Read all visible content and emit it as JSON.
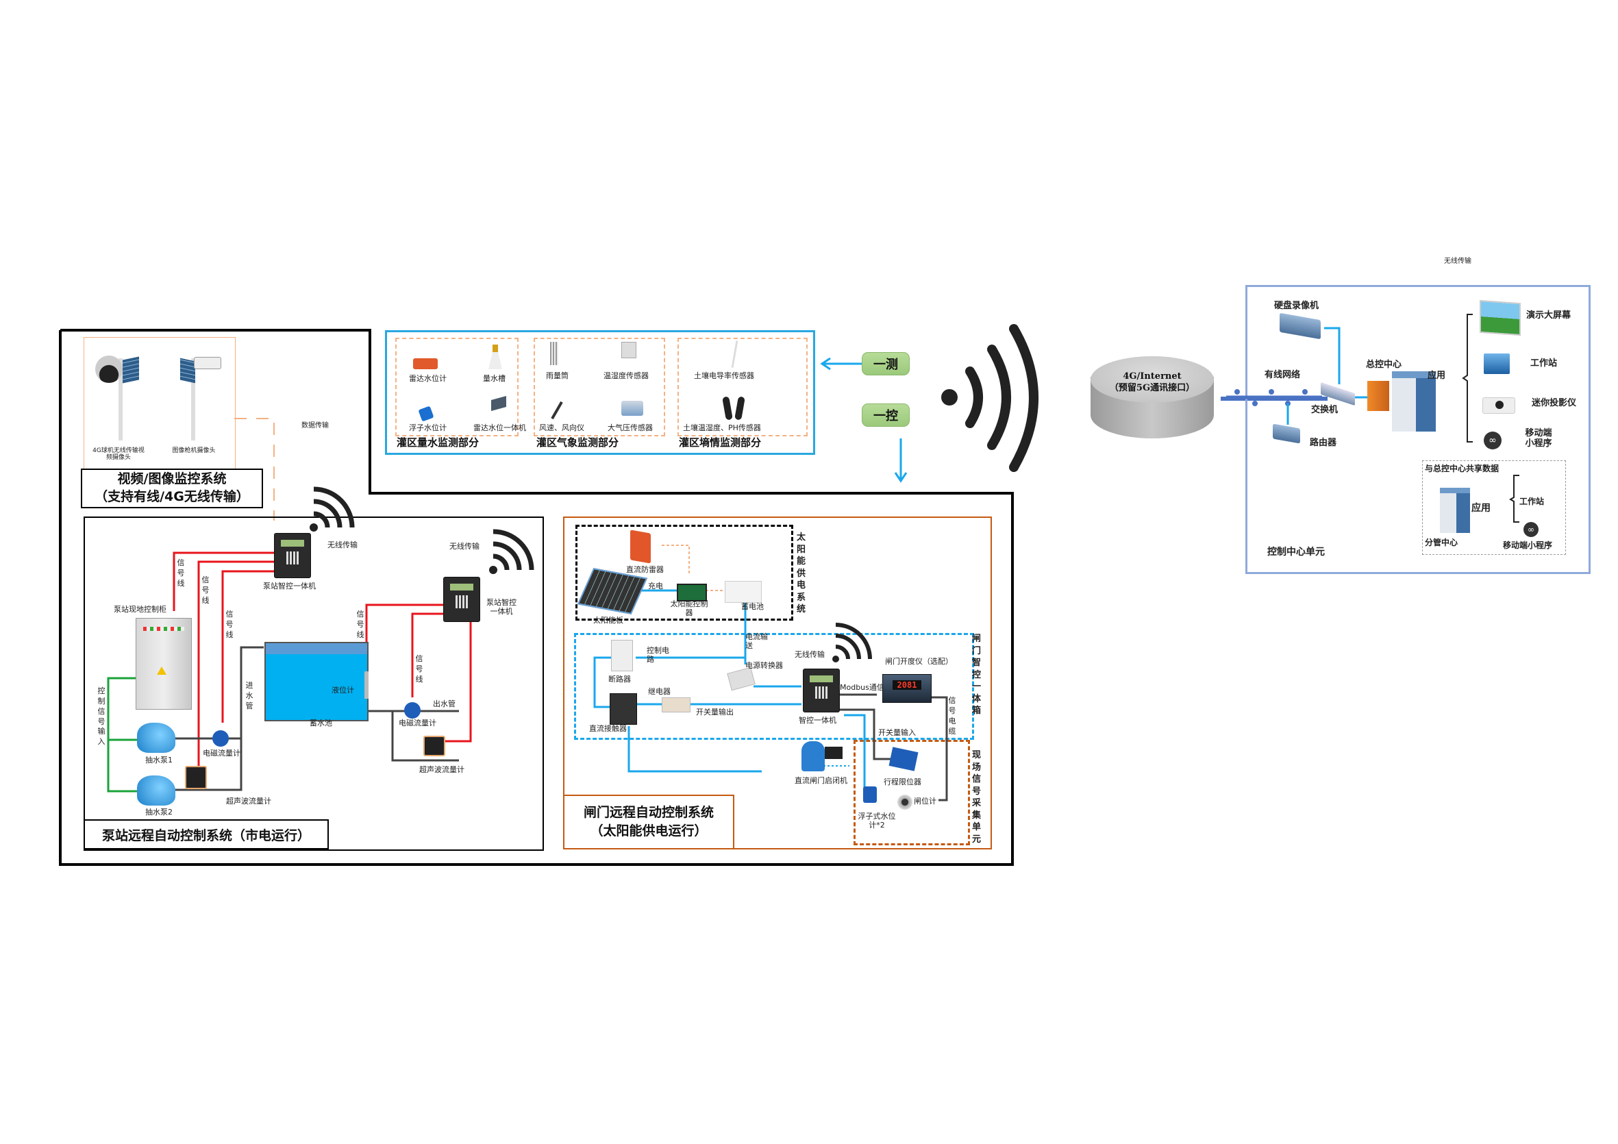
{
  "top_label": "无线传输",
  "video_system": {
    "title_line1": "视频/图像监控系统",
    "title_line2": "（支持有线/4G无线传输）",
    "camera1_label": "4G球机无线传输视频摄像头",
    "camera2_label": "图像枪机摄像头",
    "link_label": "数据传输"
  },
  "irrigation_monitoring": {
    "groups": [
      {
        "title": "灌区量水监测部分",
        "items": [
          "雷达水位计",
          "量水槽",
          "浮子水位计",
          "雷达水位一体机"
        ]
      },
      {
        "title": "灌区气象监测部分",
        "items": [
          "雨量筒",
          "温湿度传感器",
          "风速、风向仪",
          "大气压传感器"
        ]
      },
      {
        "title": "灌区墒情监测部分",
        "items": [
          "土壤电导率传感器",
          "土壤温湿度、PH传感器"
        ]
      }
    ]
  },
  "measure_control": {
    "measure": "一测",
    "control": "一控"
  },
  "network": {
    "cloud_line1": "4G/Internet",
    "cloud_line2": "（预留5G通讯接口）"
  },
  "pump_system": {
    "title": "泵站远程自动控制系统（市电运行）",
    "wireless_label": "无线传输",
    "controller1": "泵站智控一体机",
    "controller2": "泵站智控一体机",
    "cabinet": "泵站现地控制柜",
    "signal_line": "信号线",
    "control_signal_input": "控制信号输入",
    "inlet_pipe": "进水管",
    "outlet_pipe": "出水管",
    "level_meter": "液位计",
    "reservoir": "蓄水池",
    "em_flowmeter": "电磁流量计",
    "ultrasonic_flowmeter": "超声波流量计",
    "pump1": "抽水泵1",
    "pump2": "抽水泵2"
  },
  "gate_system": {
    "title_line1": "闸门远程自动控制系统",
    "title_line2": "（太阳能供电运行）",
    "solar_unit_title": "太阳能供电系统",
    "smart_box_title": "闸门智控一体箱",
    "field_unit_title": "现场信号采集单元",
    "surge_protector": "直流防雷器",
    "solar_panel": "太阳能板",
    "charge": "充电",
    "solar_controller": "太阳能控制器",
    "battery": "蓄电池",
    "current_transport": "电流输送",
    "control_circuit": "控制电路",
    "breaker": "断路器",
    "relay": "继电器",
    "power_converter": "电源转换器",
    "wireless_label": "无线传输",
    "controller": "智控一体机",
    "modbus": "Modbus通信",
    "gate_meter": "闸门开度仪（选配）",
    "gate_meter_value": "2081",
    "switch_output": "开关量输出",
    "switch_input": "开关量输入",
    "signal_cable": "信号电缆",
    "dc_contactor": "直流接触器",
    "dc_hoist": "直流闸门启闭机",
    "limit_switch": "行程限位器",
    "gate_position": "闸位计",
    "float_meter": "浮子式水位计*2"
  },
  "control_center": {
    "title": "控制中心单元",
    "nvr": "硬盘录像机",
    "wired_network": "有线网络",
    "switch": "交换机",
    "router": "路由器",
    "hq": "总控中心",
    "app": "应用",
    "outputs": [
      "演示大屏幕",
      "工作站",
      "迷你投影仪",
      "移动端小程序"
    ],
    "branch": {
      "title": "与总控中心共享数据",
      "name": "分管中心",
      "app": "应用",
      "outputs": [
        "工作站",
        "移动端小程序"
      ]
    }
  },
  "colors": {
    "frame": "#000000",
    "sensor_border": "#29a8e0",
    "orange": "#c55a11",
    "light_orange": "#f4b183",
    "blue_line": "#1aa7ec",
    "red_wire": "#e8141c",
    "green_wire": "#1aa33a",
    "center_border": "#8eaadb",
    "pill_green": "#a9d18e"
  }
}
